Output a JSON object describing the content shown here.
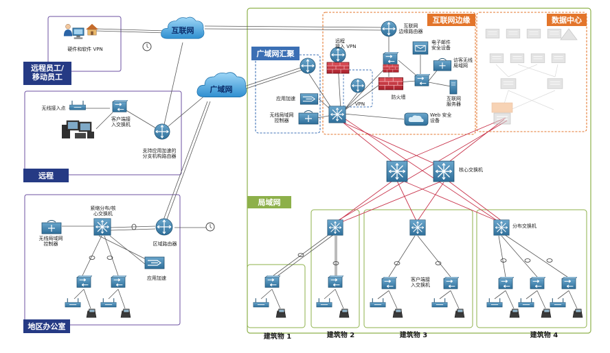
{
  "regions": {
    "remote_worker": "远程员工/\n移动员工",
    "remote": "远程",
    "regional_office": "地区办公室",
    "lan": "局域网",
    "internet_edge": "互联网边缘",
    "data_center": "数据中心",
    "wan_aggregation": "广域网汇聚"
  },
  "clouds": {
    "internet": "互联网",
    "wan": "广域网"
  },
  "labels": {
    "hw_sw_vpn": "硬件和软件 VPN",
    "wireless_ap": "无线接入点",
    "client_access_switch_remote": "客户端接\n入交换机",
    "branch_router": "支持应用加速的\n分支机构路由器",
    "collapsed_core": "紧缩分布/核\n心交换机",
    "wlan_controller_regional": "无线局域网\n控制器",
    "regional_router": "区域路由器",
    "app_accel_regional": "应用加速",
    "internet_edge_router": "互联网\n边缘路由器",
    "remote_access_vpn": "远程\n接入 VPN",
    "email_security": "电子邮件\n安全设备",
    "guest_wlan": "访客无线\n局域网",
    "internet_server": "互联网\n服务器",
    "firewall": "防火墙",
    "web_security": "Web 安全\n设备",
    "vpn": "VPN",
    "app_accel_wan": "应用加速",
    "wlan_controller_wan": "无线局域网\n控制器",
    "core_switch": "核心交换机",
    "distribution_switch": "分布交换机",
    "client_access_switch_lan": "客户端接\n入交换机"
  },
  "buildings": [
    "建筑物 1",
    "建筑物 2",
    "建筑物 3",
    "建筑物 4"
  ],
  "colors": {
    "region_tab": "#253a84",
    "lan_border": "#8db04a",
    "lan_tab": "#8db04a",
    "orange": "#e3752b",
    "wan_dash": "#3b6fb4",
    "red_link": "#c8324a",
    "device_blue": "#4a8ab3",
    "purple_border": "#6b4fa0"
  }
}
